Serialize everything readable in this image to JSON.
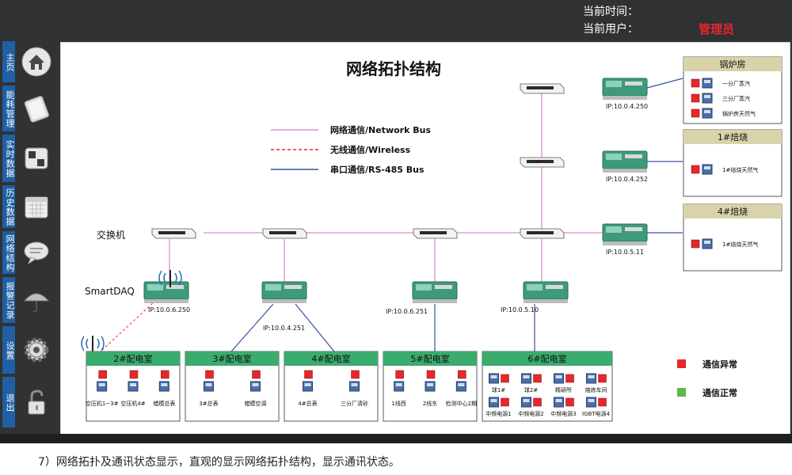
{
  "header": {
    "time_label": "当前时间：",
    "user_label": "当前用户：",
    "user_value": "管理员"
  },
  "sidebar": [
    {
      "label": "主页",
      "icon": "home-icon"
    },
    {
      "label": "能耗管理",
      "icon": "book-icon"
    },
    {
      "label": "实时数据",
      "icon": "chart-icon"
    },
    {
      "label": "历史数据",
      "icon": "calendar-icon"
    },
    {
      "label": "网络结构",
      "icon": "chat-bubble-icon"
    },
    {
      "label": "报警记录",
      "icon": "umbrella-icon"
    },
    {
      "label": "设置",
      "icon": "gear-icon"
    },
    {
      "label": "退出",
      "icon": "padlock-icon"
    }
  ],
  "title": "网络拓扑结构",
  "legend": [
    {
      "label": "网络通信/Network Bus",
      "color": "#d88fd0",
      "style": "solid"
    },
    {
      "label": "无线通信/Wireless",
      "color": "#e8262b",
      "style": "dashed"
    },
    {
      "label": "串口通信/RS-485 Bus",
      "color": "#3a4fa8",
      "style": "solid"
    }
  ],
  "labels": {
    "switch": "交换机",
    "smartdaq": "SmartDAQ"
  },
  "ips": {
    "smartdaq": "IP:10.0.6.250",
    "g3": "IP:10.0.4.251",
    "g5": "IP:10.0.6.251",
    "g6": "IP:10.0.5.10",
    "r1": "IP:10.0.4.250",
    "r2": "IP:10.0.4.252",
    "r3": "IP:10.0.5.11"
  },
  "rooms": [
    {
      "title": "2#配电室",
      "devices": [
        "空压机1~3#",
        "空压机4#",
        "蜡模总表"
      ]
    },
    {
      "title": "3#配电室",
      "devices": [
        "3#总表",
        "蜡模空调"
      ]
    },
    {
      "title": "4#配电室",
      "devices": [
        "4#总表",
        "三分厂清砂"
      ]
    },
    {
      "title": "5#配电室",
      "devices": [
        "1线西",
        "2线东",
        "检测中心2期"
      ]
    },
    {
      "title": "6#配电室",
      "devices": [
        "球1#",
        "球2#",
        "精研所",
        "熔炼车间",
        "中频电源1",
        "中频电源2",
        "中频电源3",
        "IGBT电源4"
      ]
    }
  ],
  "right_panels": [
    {
      "title": "锅炉房",
      "devices": [
        "一分厂蒸汽",
        "三分厂蒸汽",
        "锅炉房天然气"
      ]
    },
    {
      "title": "1#焙烧",
      "devices": [
        "1#焙烧天然气"
      ]
    },
    {
      "title": "4#焙烧",
      "devices": [
        "1#焙烧天然气"
      ]
    }
  ],
  "status_legend": [
    {
      "label": "通信异常",
      "color": "#e8262b"
    },
    {
      "label": "通信正常",
      "color": "#5fb748"
    }
  ],
  "caption": "7）网络拓扑及通讯状态显示，直观的显示网络拓扑结构，显示通讯状态。"
}
